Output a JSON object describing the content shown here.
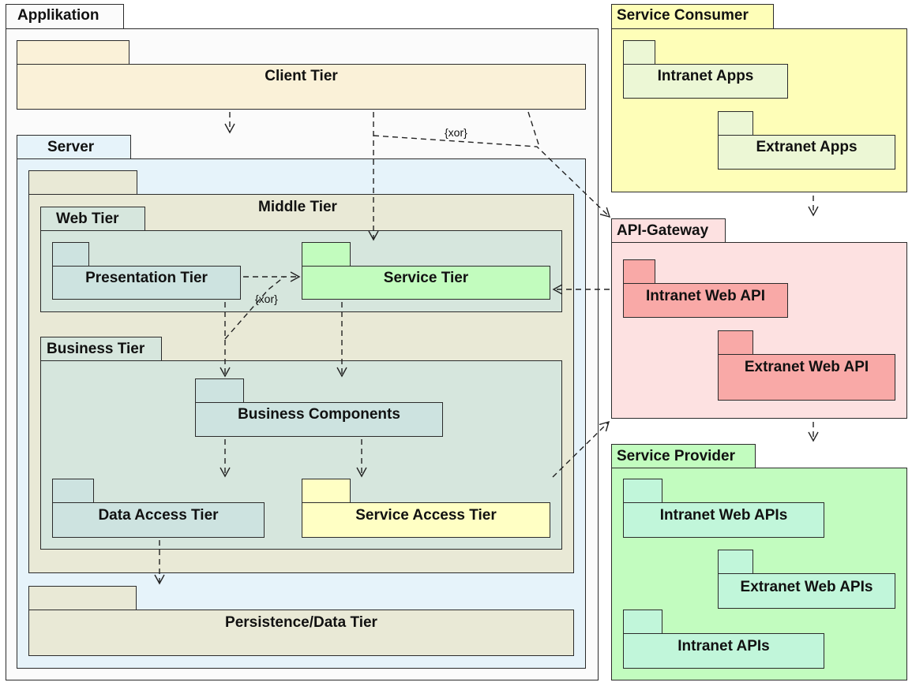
{
  "packages": {
    "applikation": "Applikation",
    "client_tier": "Client Tier",
    "server": "Server",
    "middle_tier": "Middle Tier",
    "web_tier": "Web Tier",
    "presentation_tier": "Presentation Tier",
    "service_tier": "Service Tier",
    "business_tier": "Business Tier",
    "business_components": "Business Components",
    "data_access_tier": "Data Access Tier",
    "service_access_tier": "Service Access Tier",
    "persistence_tier": "Persistence/Data Tier",
    "service_consumer": "Service Consumer",
    "intranet_apps": "Intranet Apps",
    "extranet_apps": "Extranet Apps",
    "api_gateway": "API-Gateway",
    "intranet_web_api": "Intranet Web API",
    "extranet_web_api": "Extranet Web API",
    "service_provider": "Service Provider",
    "intranet_web_apis": "Intranet Web APIs",
    "extranet_web_apis": "Extranet Web APIs",
    "intranet_apis": "Intranet APIs"
  },
  "constraints": {
    "xor_top": "{xor}",
    "xor_middle": "{xor}"
  },
  "colors": {
    "applikation": "#fbfbfb",
    "client": "#faf1d8",
    "server": "#e6f3fa",
    "middle": "#e9e9d6",
    "web": "#d6e6dd",
    "presentation": "#cde3e0",
    "service_tier": "#c2fcbe",
    "service_access": "#ffffc4",
    "consumer": "#fefeb8",
    "consumer_child": "#ecf7d5",
    "gateway": "#fde1e1",
    "gateway_child": "#f9a9a7",
    "provider": "#c2fcbf",
    "provider_child": "#c1f6da"
  }
}
